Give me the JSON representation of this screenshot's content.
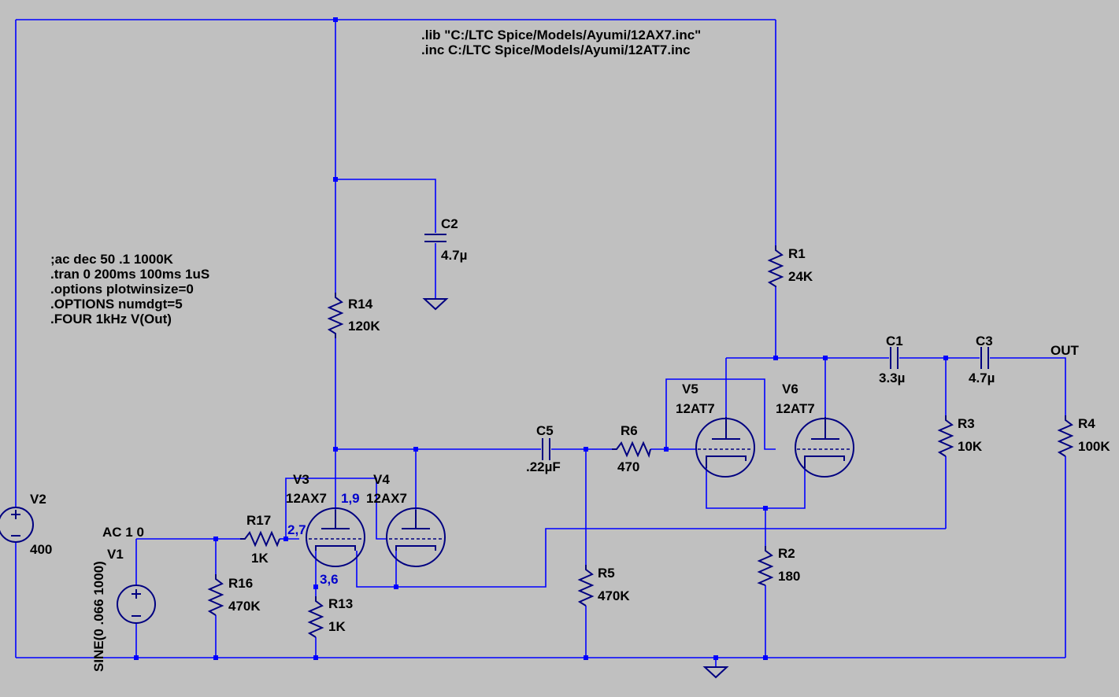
{
  "directives_top": [
    ".lib \"C:/LTC Spice/Models/Ayumi/12AX7.inc\"",
    ".inc C:/LTC Spice/Models/Ayumi/12AT7.inc"
  ],
  "directives_left": [
    ";ac dec 50 .1 1000K",
    ".tran 0 200ms 100ms 1uS",
    ".options plotwinsize=0",
    ".OPTIONS numdgt=5",
    ".FOUR 1kHz V(Out)"
  ],
  "components": {
    "R1": {
      "name": "R1",
      "value": "24K"
    },
    "R2": {
      "name": "R2",
      "value": "180"
    },
    "R3": {
      "name": "R3",
      "value": "10K"
    },
    "R4": {
      "name": "R4",
      "value": "100K"
    },
    "R5": {
      "name": "R5",
      "value": "470K"
    },
    "R6": {
      "name": "R6",
      "value": "470"
    },
    "R13": {
      "name": "R13",
      "value": "1K"
    },
    "R14": {
      "name": "R14",
      "value": "120K"
    },
    "R16": {
      "name": "R16",
      "value": "470K"
    },
    "R17": {
      "name": "R17",
      "value": "1K"
    },
    "C1": {
      "name": "C1",
      "value": "3.3µ"
    },
    "C2": {
      "name": "C2",
      "value": "4.7µ"
    },
    "C3": {
      "name": "C3",
      "value": "4.7µ"
    },
    "C5": {
      "name": "C5",
      "value": ".22µF"
    },
    "V2": {
      "name": "V2",
      "value": "400"
    },
    "V1": {
      "name": "V1",
      "ac": "AC 1 0",
      "value": "SINE(0 .066 1000)"
    },
    "V3": {
      "name": "V3",
      "model": "12AX7"
    },
    "V4": {
      "name": "V4",
      "model": "12AX7"
    },
    "V5": {
      "name": "V5",
      "model": "12AT7"
    },
    "V6": {
      "name": "V6",
      "model": "12AT7"
    }
  },
  "pins": {
    "v3_plate": "1,9",
    "v3_grid": "2,7",
    "v3_cathode": "3,6"
  },
  "nets": {
    "out": "OUT"
  }
}
